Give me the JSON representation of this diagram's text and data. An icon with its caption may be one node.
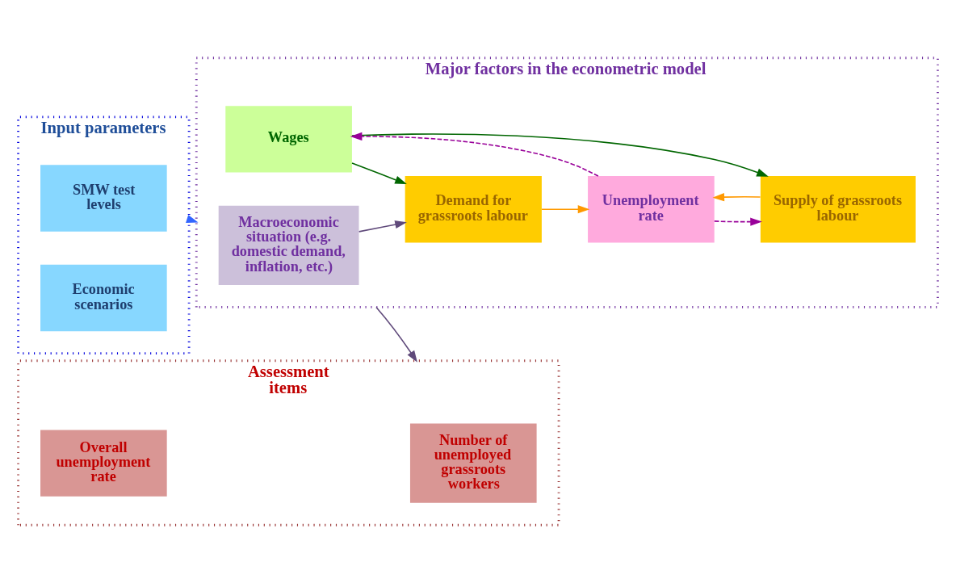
{
  "diagram": {
    "nodes": [
      {
        "text": [
          "Input parameters"
        ]
      },
      {
        "text": [
          "SMW test levels"
        ],
        "in": 0
      },
      {
        "text": [
          "Economic scenarios"
        ],
        "in": 0
      },
      {
        "text": [
          "Major factors in the econometric model"
        ]
      },
      {
        "text": [
          "Macroeconomic situation (e.g. domestic demand, inflation, etc.)"
        ],
        "in": 3
      },
      {
        "text": [
          "Demand for grassroots labour"
        ],
        "in": 3
      },
      {
        "text": [
          "Wages"
        ],
        "in": 3
      },
      {
        "text": [
          "Unemployment rate"
        ],
        "in": 3
      },
      {
        "text": [
          "Supply of grassroots labour"
        ],
        "in": 3
      },
      {
        "text": [
          "Assessment items"
        ]
      },
      {
        "text": [
          "Number of unemployed grassroots workers"
        ],
        "in": 9
      },
      {
        "text": [
          "Overall unemployment rate"
        ],
        "in": 9
      }
    ],
    "edges": [
      {
        "from": 0,
        "to": 3,
        "arrow": "to",
        "color": "#3366ff"
      },
      {
        "from": 4,
        "to": 5,
        "arrow": "to",
        "color": "#604a7b"
      },
      {
        "from": 6,
        "to": 5,
        "arrow": "to",
        "color": "#006600"
      },
      {
        "from": 6,
        "to": 8,
        "arrow": "to",
        "color": "#006600"
      },
      {
        "from": 5,
        "to": 7,
        "arrow": "to",
        "color": "#ff9900"
      },
      {
        "from": 8,
        "to": 7,
        "arrow": "to",
        "color": "#ff9900"
      },
      {
        "from": 7,
        "to": 6,
        "arrow": "to",
        "style": "dashed",
        "color": "#990099"
      },
      {
        "from": 7,
        "to": 8,
        "arrow": "to",
        "style": "dashed",
        "color": "#990099"
      },
      {
        "from": 3,
        "to": 9,
        "arrow": "to",
        "color": "#604a7b"
      }
    ]
  }
}
